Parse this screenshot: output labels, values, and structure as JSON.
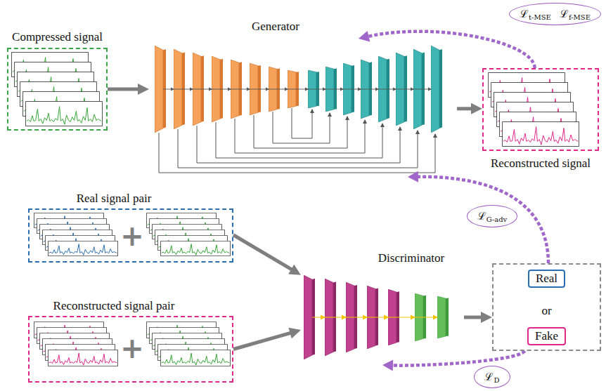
{
  "diagram": {
    "nodes": [
      {
        "text": [
          "Compressed signal"
        ]
      },
      {
        "text": [
          "Generator"
        ]
      },
      {
        "text": [
          "ℒt-MSE",
          "ℒf-MSE"
        ]
      },
      {
        "text": [
          "Reconstructed signal"
        ]
      },
      {
        "text": [
          "Real signal pair"
        ]
      },
      {
        "text": [
          "ℒG-adv"
        ]
      },
      {
        "text": [
          "Discriminator"
        ]
      },
      {
        "text": [
          "or"
        ]
      },
      {
        "text": [
          "Real"
        ],
        "in": 7
      },
      {
        "text": [
          "Fake"
        ],
        "in": 7
      },
      {
        "text": [
          "Reconstructed signal pair"
        ]
      },
      {
        "text": [
          "ℒD"
        ]
      }
    ],
    "edges": [
      {
        "from": 0,
        "to": 1,
        "arrow": "to"
      },
      {
        "from": 1,
        "to": 3,
        "arrow": "to"
      },
      {
        "from": 3,
        "to": 1,
        "arrow": "to"
      },
      {
        "from": 4,
        "to": 6,
        "arrow": "to"
      },
      {
        "from": 10,
        "to": 6,
        "arrow": "to"
      },
      {
        "from": 6,
        "to": 7,
        "arrow": "to"
      },
      {
        "from": 7,
        "to": 1,
        "arrow": "to"
      },
      {
        "from": 7,
        "to": 6,
        "arrow": "to"
      }
    ],
    "labels": [
      "+",
      "+"
    ]
  }
}
